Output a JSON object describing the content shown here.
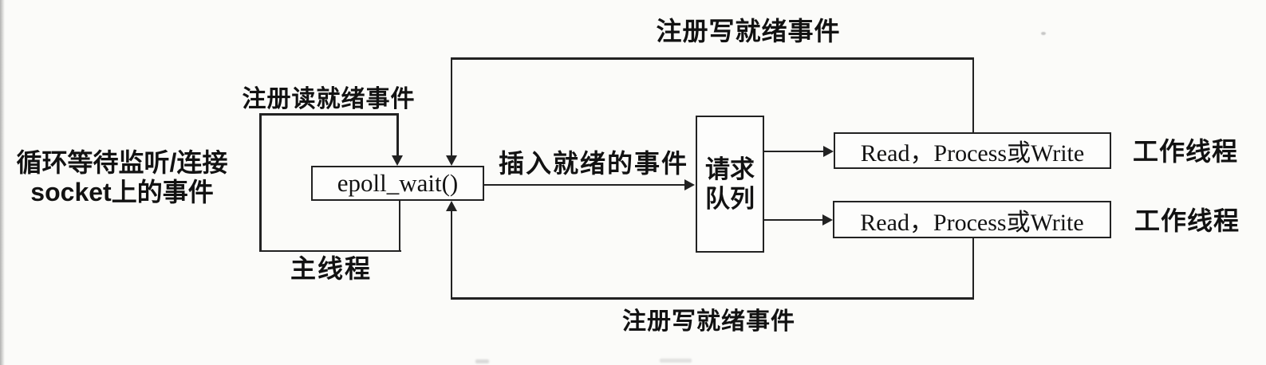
{
  "figure": {
    "left_note": {
      "line1": "循环等待监听/连接",
      "line2": "socket上的事件"
    },
    "main_thread_loop": {
      "top_label": "注册读就绪事件",
      "bottom_label": "主线程"
    },
    "epoll_box": {
      "label": "epoll_wait()"
    },
    "insert_arrow": {
      "label": "插入就绪的事件"
    },
    "request_queue": {
      "line1": "请求",
      "line2": "队列"
    },
    "workers": [
      {
        "box_label": "Read，Process或Write",
        "side_label": "工作线程"
      },
      {
        "box_label": "Read，Process或Write",
        "side_label": "工作线程"
      }
    ],
    "feedback": {
      "top_label": "注册写就绪事件",
      "bottom_label": "注册写就绪事件"
    },
    "colors": {
      "line": "#222222",
      "text": "#121212",
      "background": "#fbfbf9",
      "box_fill": "#fdfdfc"
    }
  }
}
